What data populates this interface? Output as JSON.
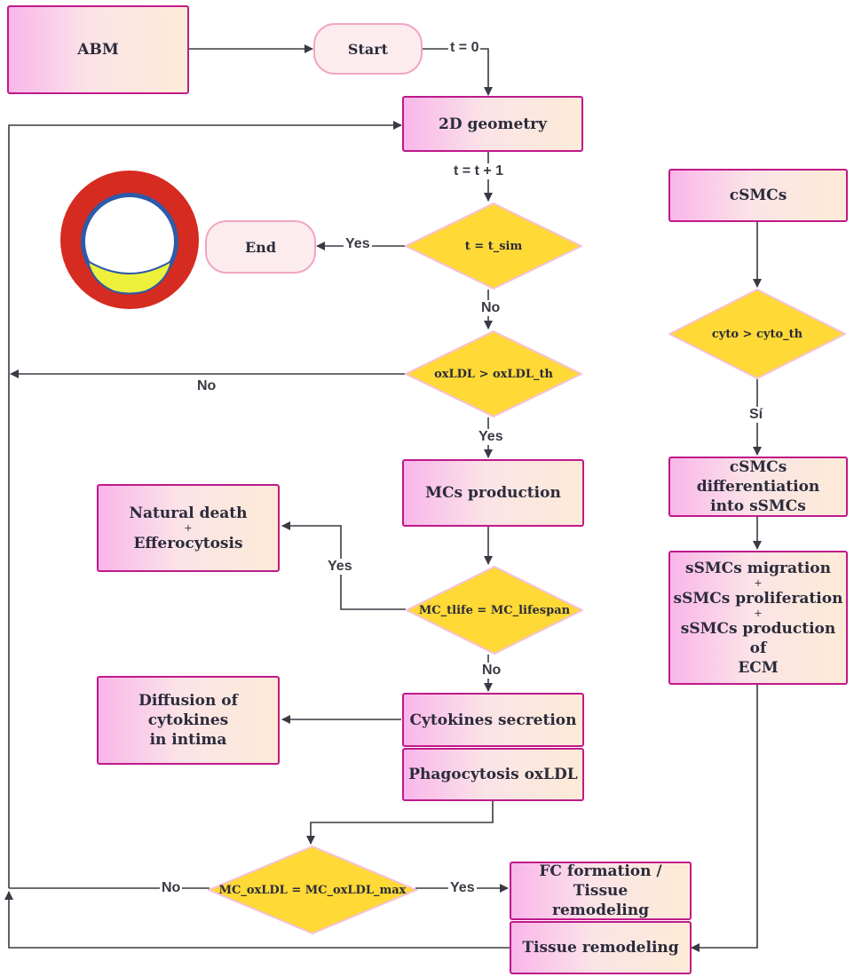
{
  "nodes": {
    "abm": "ABM",
    "start": "Start",
    "geometry": "2D geometry",
    "tsim_check": "t = t_sim",
    "end": "End",
    "oxldl_check": "oxLDL > oxLDL_th",
    "mcs_production": "MCs production",
    "natural_death": "Natural death",
    "plus": "+",
    "efferocytosis": "Efferocytosis",
    "mc_lifespan_check": "MC_tlife = MC_lifespan",
    "diffusion_line1": "Diffusion of cytokines",
    "diffusion_line2": "in intima",
    "cytokines_secretion": "Cytokines secretion",
    "phagocytosis": "Phagocytosis oxLDL",
    "mc_oxldl_check": "MC_oxLDL = MC_oxLDL_max",
    "fc_line1": "FC formation / Tissue",
    "fc_line2": "remodeling",
    "tissue_remodeling": "Tissue remodeling",
    "csmcs": "cSMCs",
    "cyto_check": "cyto > cyto_th",
    "diff_line1": "cSMCs differentiation",
    "diff_line2": "into sSMCs",
    "ssmcs_migration": "sSMCs migration",
    "ssmcs_proliferation": "sSMCs proliferation",
    "ssmcs_production_line1": "sSMCs production of",
    "ssmcs_production_line2": "ECM"
  },
  "edge_labels": {
    "t0": "t = 0",
    "t_inc": "t = t + 1",
    "yes_end": "Yes",
    "no_tsim": "No",
    "no_oxldl": "No",
    "yes_oxldl": "Yes",
    "yes_lifespan": "Yes",
    "no_lifespan": "No",
    "no_mcoxldl": "No",
    "yes_mcoxldl": "Yes",
    "si_cyto": "Sí"
  },
  "colors": {
    "box_border": "#c0198a",
    "diamond_fill": "#ffd936",
    "diamond_border": "#f4c2d8",
    "edge": "#3a3a44",
    "artery_wall": "#d62b20",
    "artery_intima": "#2e5aa8",
    "plaque": "#eef03c"
  }
}
